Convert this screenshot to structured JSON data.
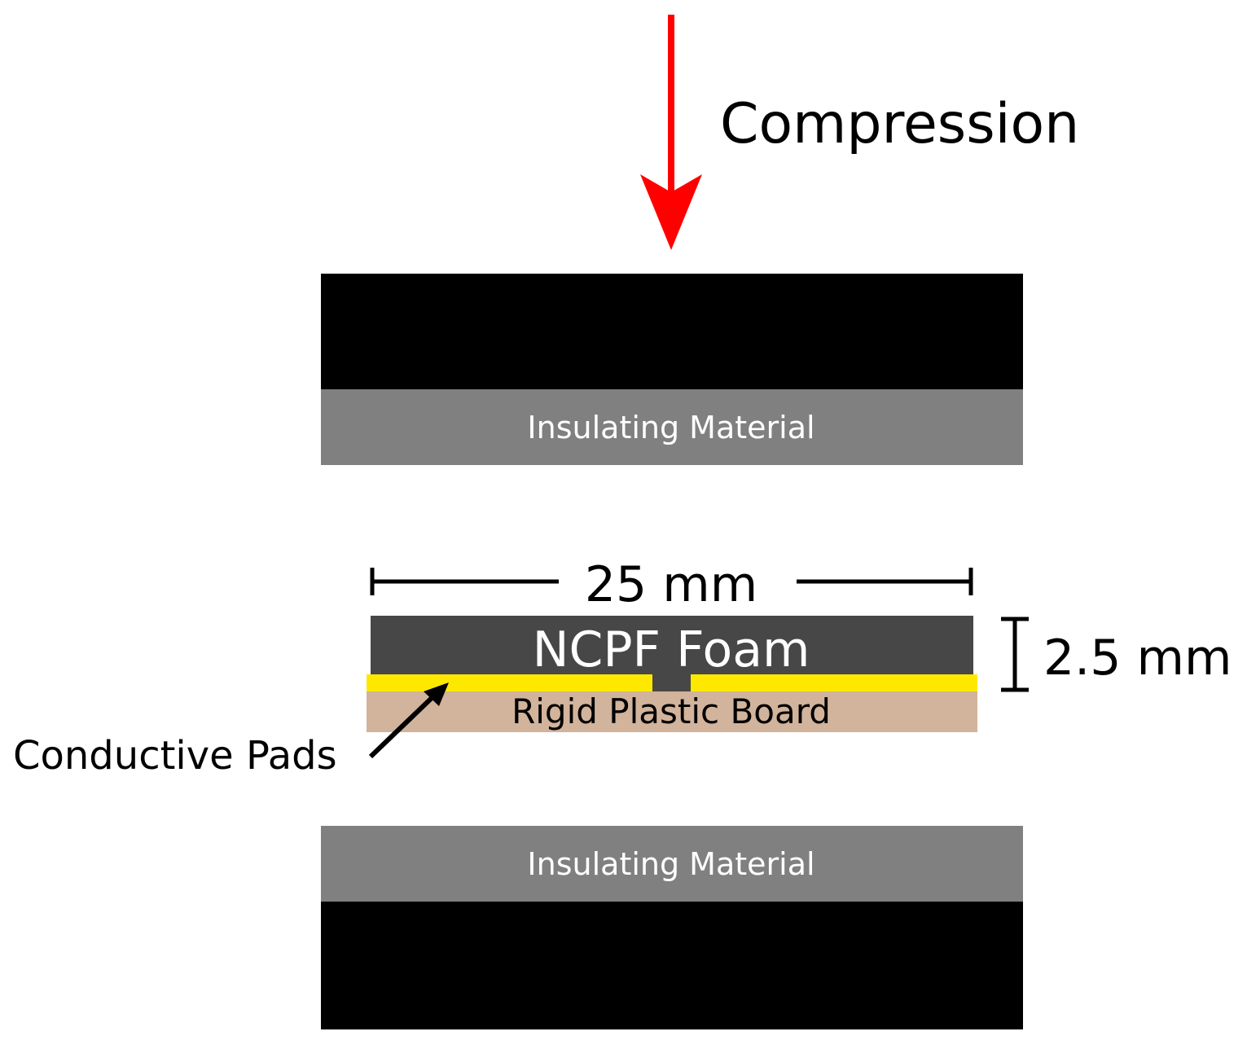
{
  "labels": {
    "compression": "Compression",
    "insulating_top": "Insulating Material",
    "insulating_bottom": "Insulating Material",
    "foam": "NCPF Foam",
    "board": "Rigid Plastic Board",
    "conductive_pads": "Conductive Pads",
    "width_dimension": "25 mm",
    "thickness_dimension": "2.5 mm"
  },
  "colors": {
    "compression_arrow": "#ff0000",
    "compression_plate": "#000000",
    "insulating_material": "#808080",
    "foam": "#474747",
    "conductive_pads": "#ffe800",
    "board": "#d2b39b",
    "annotation": "#000000"
  },
  "icons": {
    "compression_arrow": "down-arrow-icon",
    "pads_pointer": "diagonal-arrow-icon"
  }
}
